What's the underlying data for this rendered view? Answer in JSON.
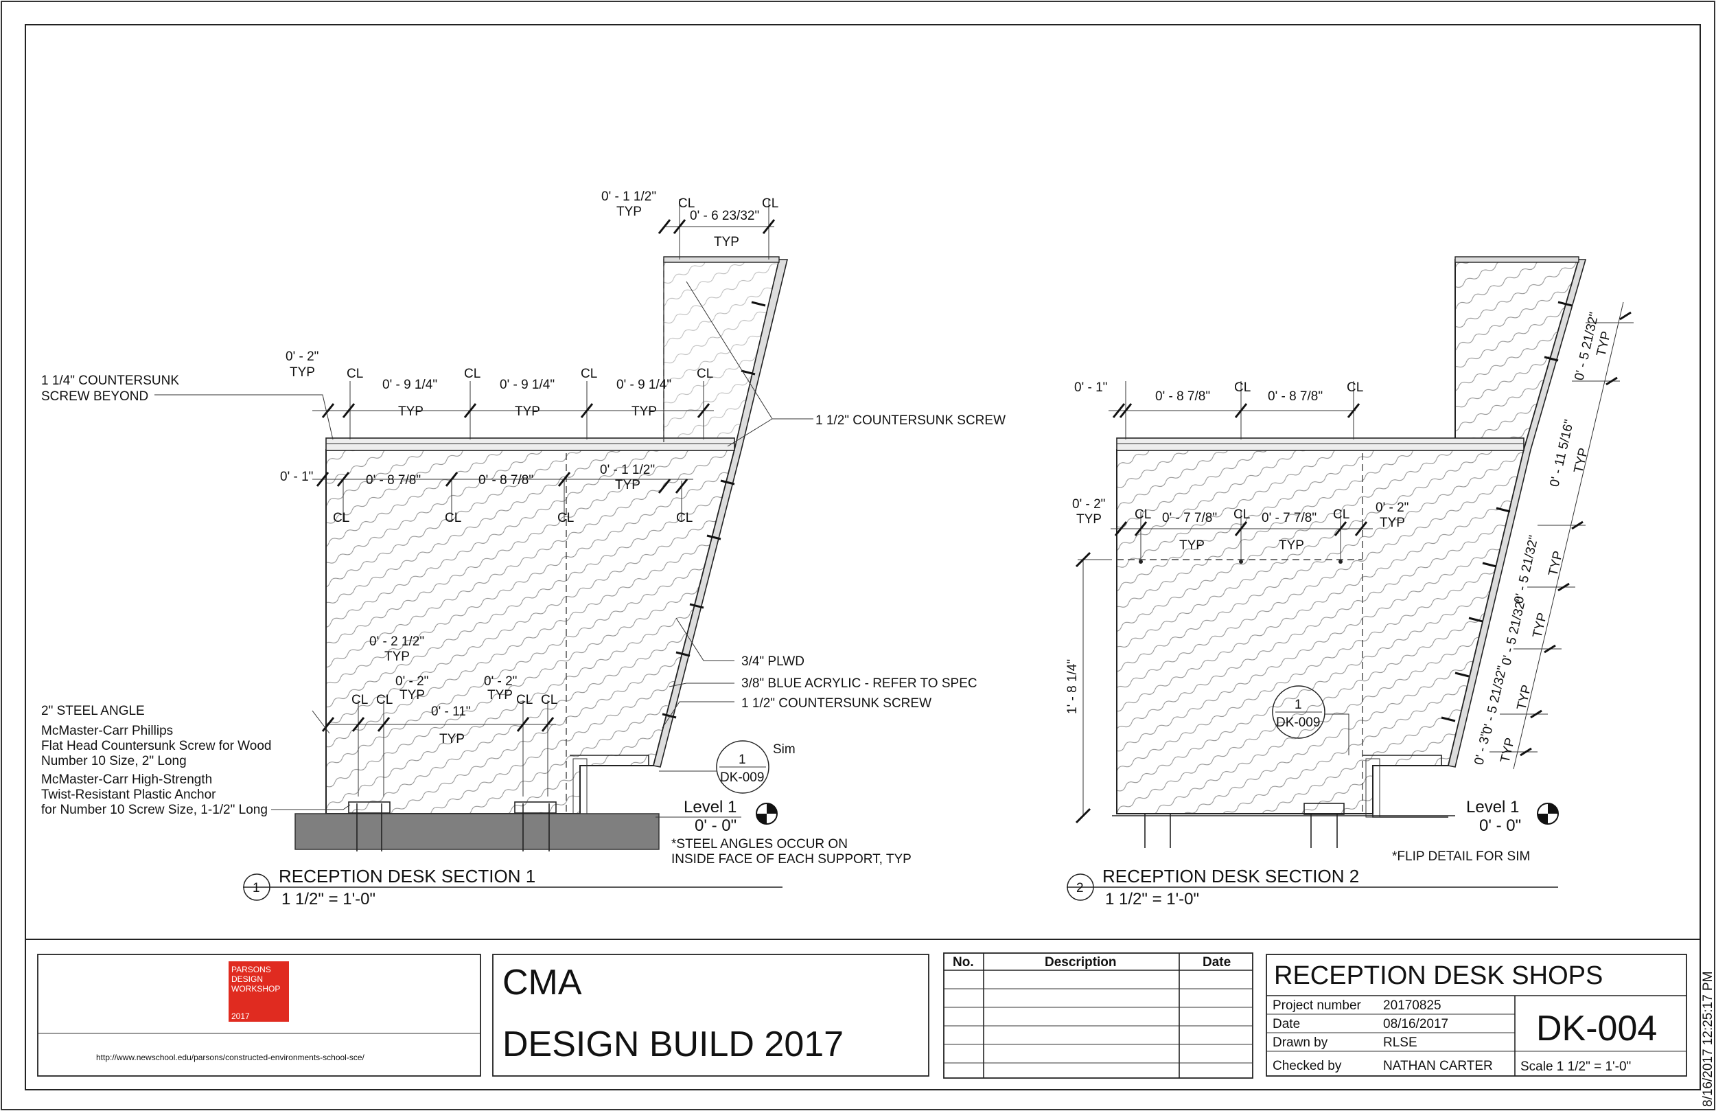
{
  "sheet": {
    "project": "CMA",
    "subtitle": "DESIGN BUILD 2017",
    "sheet_title": "RECEPTION DESK SHOPS",
    "sheet_number": "DK-004",
    "plot_stamp": "8/16/2017 12:25:17 PM",
    "logo_lines": [
      "PARSONS",
      "DESIGN",
      "WORKSHOP",
      "2017"
    ],
    "logo_color": "#e02b20",
    "url": "http://www.newschool.edu/parsons/constructed-environments-school-sce/",
    "revision_headers": [
      "No.",
      "Description",
      "Date"
    ],
    "info": [
      {
        "label": "Project number",
        "value": "20170825"
      },
      {
        "label": "Date",
        "value": "08/16/2017"
      },
      {
        "label": "Drawn by",
        "value": "RLSE"
      },
      {
        "label": "Checked by",
        "value": "NATHAN CARTER"
      }
    ],
    "scale": "Scale  1 1/2\" = 1'-0\""
  },
  "view1": {
    "number": "1",
    "title": "RECEPTION DESK SECTION 1",
    "scale": "1 1/2\" = 1'-0\"",
    "level_name": "Level 1",
    "level_elev": "0' - 0\"",
    "callout_num": "1",
    "callout_sheet": "DK-009",
    "callout_sim": "Sim",
    "notes": {
      "screw_beyond_1": "1 1/4\" COUNTERSUNK",
      "screw_beyond_2": "SCREW BEYOND",
      "cs_screw_top": "1 1/2\" COUNTERSUNK SCREW",
      "plwd": "3/4\" PLWD",
      "acrylic": "3/8\" BLUE ACRYLIC - REFER TO SPEC",
      "cs_screw_side": "1 1/2\" COUNTERSUNK SCREW",
      "angle": "2\" STEEL ANGLE",
      "mcm1_1": "McMaster-Carr Phillips",
      "mcm1_2": "Flat Head Countersunk Screw for Wood",
      "mcm1_3": "Number 10 Size, 2\" Long",
      "mcm2_1": "McMaster-Carr High-Strength",
      "mcm2_2": "Twist-Resistant Plastic Anchor",
      "mcm2_3": "for Number 10 Screw Size, 1-1/2\" Long",
      "steel_1": "*STEEL ANGLES OCCUR ON",
      "steel_2": "INSIDE FACE OF EACH SUPPORT, TYP"
    },
    "dims": {
      "top_1": "0' - 1 1/2\"",
      "top_2": "0' - 6 23/32\"",
      "d2": "0' - 2\"",
      "d914": "0' - 9 1/4\"",
      "d1": "0' - 1\"",
      "d878": "0' - 8 7/8\"",
      "d112": "0' - 1 1/2\"",
      "d212": "0' - 2 1/2\"",
      "d11": "0' - 11\"",
      "typ": "TYP",
      "cl": "CL"
    }
  },
  "view2": {
    "number": "2",
    "title": "RECEPTION DESK SECTION 2",
    "scale": "1 1/2\" = 1'-0\"",
    "level_name": "Level 1",
    "level_elev": "0' - 0\"",
    "callout_num": "1",
    "callout_sheet": "DK-009",
    "flip_note": "*FLIP DETAIL FOR SIM",
    "dims": {
      "d1": "0' - 1\"",
      "d878": "0' - 8 7/8\"",
      "d2": "0' - 2\"",
      "d778": "0' - 7 7/8\"",
      "height": "1' - 8 1/4\"",
      "s1": "0' - 5 21/32\"",
      "s2": "0' - 11 5/16\"",
      "s3": "0' - 5 21/32\"",
      "s4": "0' - 5 21/32\"",
      "s5": "0' - 5 21/32\"",
      "s6": "0' - 3\"",
      "typ": "TYP",
      "cl": "CL"
    }
  }
}
